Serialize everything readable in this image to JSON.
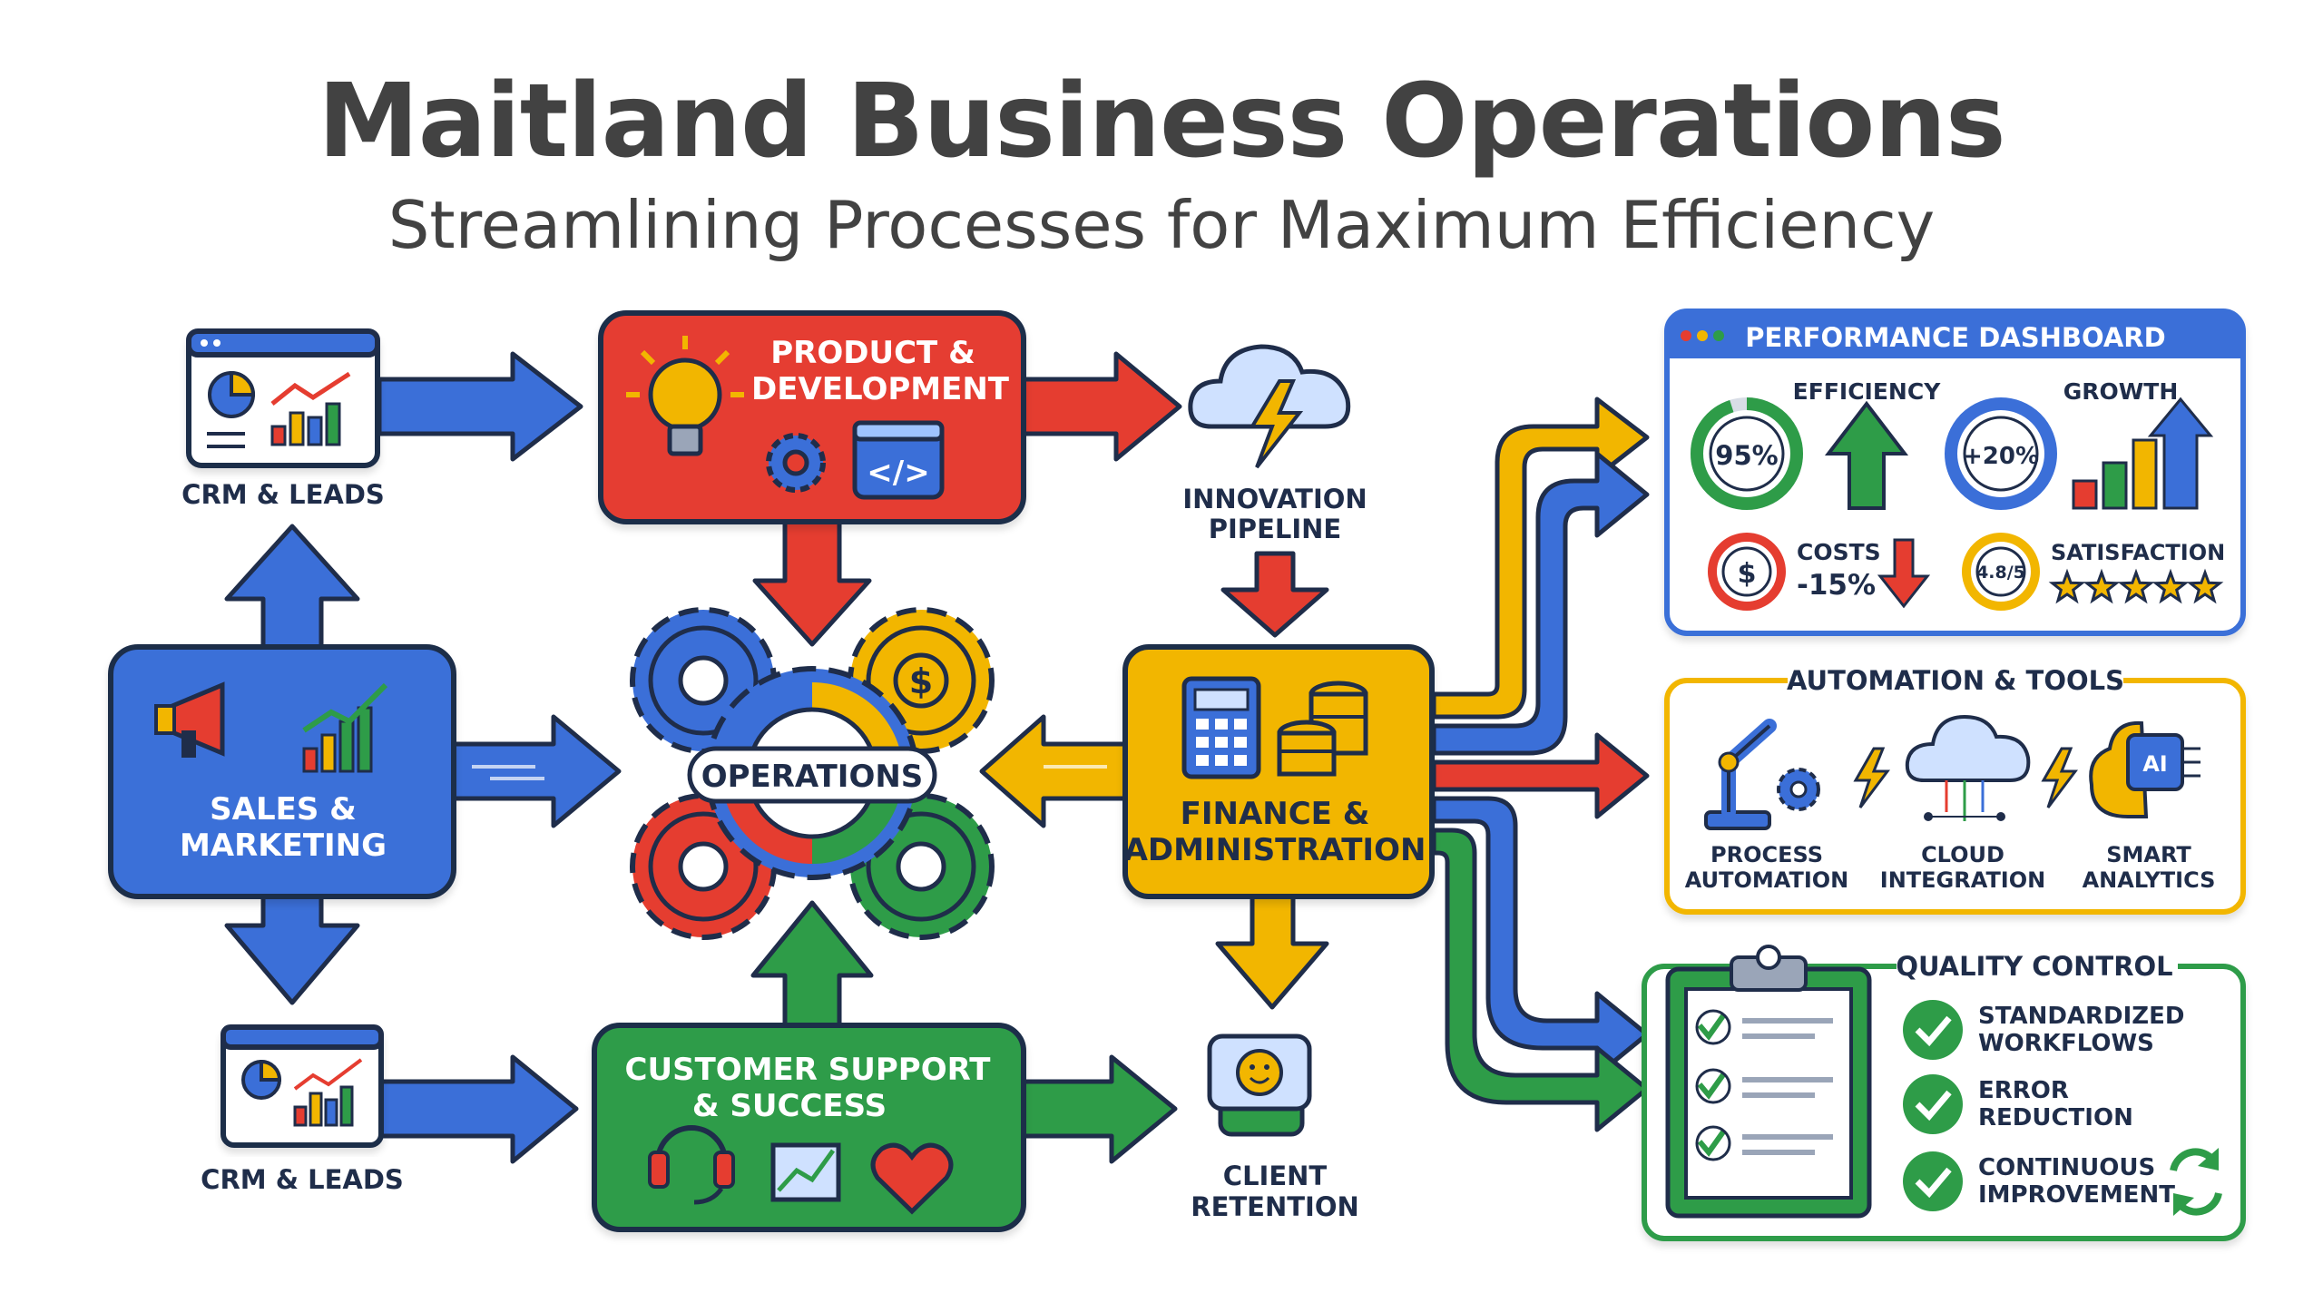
{
  "header": {
    "title": "Maitland Business Operations",
    "subtitle": "Streamlining Processes for Maximum Efficiency"
  },
  "nodes": {
    "crm_top": "CRM & LEADS",
    "crm_bottom": "CRM & LEADS",
    "product_line1": "PRODUCT &",
    "product_line2": "DEVELOPMENT",
    "innovation_line1": "INNOVATION",
    "innovation_line2": "PIPELINE",
    "sales_line1": "SALES &",
    "sales_line2": "MARKETING",
    "operations": "OPERATIONS",
    "finance_line1": "FINANCE &",
    "finance_line2": "ADMINISTRATION",
    "support_line1": "CUSTOMER SUPPORT",
    "support_line2": "& SUCCESS",
    "retention_line1": "CLIENT",
    "retention_line2": "RETENTION"
  },
  "dashboard": {
    "title": "PERFORMANCE DASHBOARD",
    "efficiency_label": "EFFICIENCY",
    "efficiency_value": "95%",
    "efficiency_fraction": 0.95,
    "growth_label": "GROWTH",
    "growth_value": "+20%",
    "costs_label": "COSTS",
    "costs_value": "-15%",
    "satisfaction_label": "SATISFACTION",
    "satisfaction_value": "4.8/5",
    "satisfaction_stars": 5
  },
  "automation": {
    "title": "AUTOMATION & TOOLS",
    "item1_line1": "PROCESS",
    "item1_line2": "AUTOMATION",
    "item2_line1": "CLOUD",
    "item2_line2": "INTEGRATION",
    "item3_line1": "SMART",
    "item3_line2": "ANALYTICS",
    "ai_badge": "AI"
  },
  "quality": {
    "title": "QUALITY CONTROL",
    "item1_line1": "STANDARDIZED",
    "item1_line2": "WORKFLOWS",
    "item2_line1": "ERROR",
    "item2_line2": "REDUCTION",
    "item3_line1": "CONTINUOUS",
    "item3_line2": "IMPROVEMENT"
  },
  "colors": {
    "blue": "#3b6fd8",
    "red": "#e53d30",
    "yellow": "#f2b600",
    "green": "#2e9c48",
    "outline": "#1f2d4a"
  }
}
